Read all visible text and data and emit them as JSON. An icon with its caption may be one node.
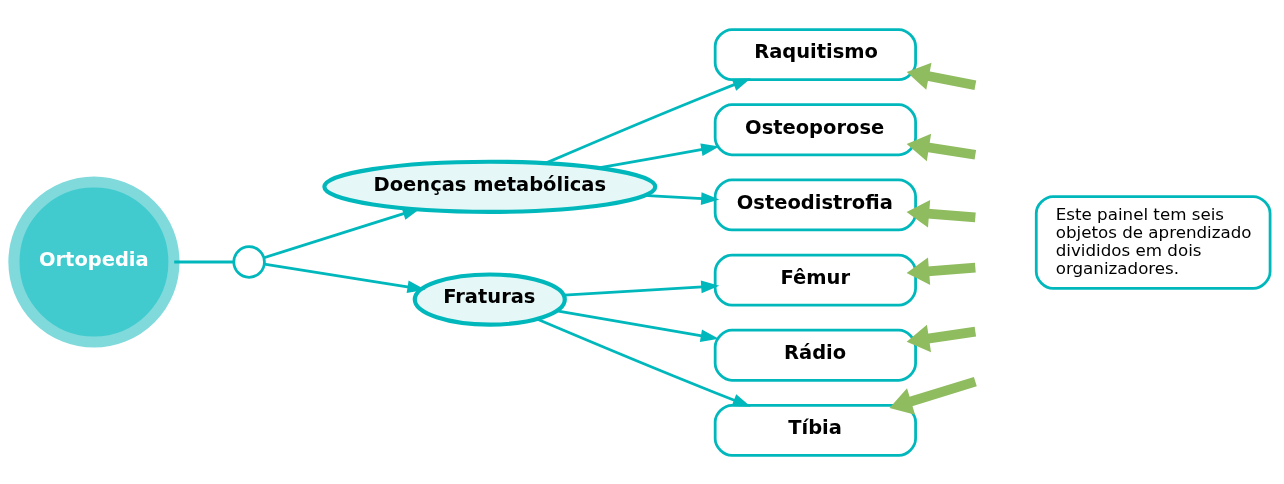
{
  "diagram": {
    "nodes": [
      {
        "text": [
          "Ortopedia"
        ]
      },
      {
        "text": [],
        "shape": "circle"
      },
      {
        "text": [
          "Doenças metabólicas"
        ]
      },
      {
        "text": [
          "Fraturas"
        ]
      },
      {
        "text": [
          "Raquitismo"
        ]
      },
      {
        "text": [
          "Osteoporose"
        ]
      },
      {
        "text": [
          "Osteodistrofia"
        ]
      },
      {
        "text": [
          "Fêmur"
        ]
      },
      {
        "text": [
          "Rádio"
        ]
      },
      {
        "text": [
          "Tíbia"
        ]
      },
      {
        "text": [
          "Este painel tem seis objetos de aprendizado divididos em dois organizadores."
        ]
      }
    ],
    "edges": [
      {
        "from": 0,
        "to": 1,
        "arrow": "none"
      },
      {
        "from": 1,
        "to": 2,
        "arrow": "to"
      },
      {
        "from": 1,
        "to": 3,
        "arrow": "to"
      },
      {
        "from": 2,
        "to": 4,
        "arrow": "to"
      },
      {
        "from": 2,
        "to": 5,
        "arrow": "to"
      },
      {
        "from": 2,
        "to": 6,
        "arrow": "to"
      },
      {
        "from": 3,
        "to": 7,
        "arrow": "to"
      },
      {
        "from": 3,
        "to": 8,
        "arrow": "to"
      },
      {
        "from": 3,
        "to": 9,
        "arrow": "to"
      },
      {
        "from": null,
        "to": 4,
        "arrow": "to",
        "style": "thick",
        "color": "#8fbc5f"
      },
      {
        "from": null,
        "to": 5,
        "arrow": "to",
        "style": "thick",
        "color": "#8fbc5f"
      },
      {
        "from": null,
        "to": 6,
        "arrow": "to",
        "style": "thick",
        "color": "#8fbc5f"
      },
      {
        "from": null,
        "to": 7,
        "arrow": "to",
        "style": "thick",
        "color": "#8fbc5f"
      },
      {
        "from": null,
        "to": 8,
        "arrow": "to",
        "style": "thick",
        "color": "#8fbc5f"
      },
      {
        "from": null,
        "to": 9,
        "arrow": "to",
        "style": "thick",
        "color": "#8fbc5f"
      }
    ]
  }
}
